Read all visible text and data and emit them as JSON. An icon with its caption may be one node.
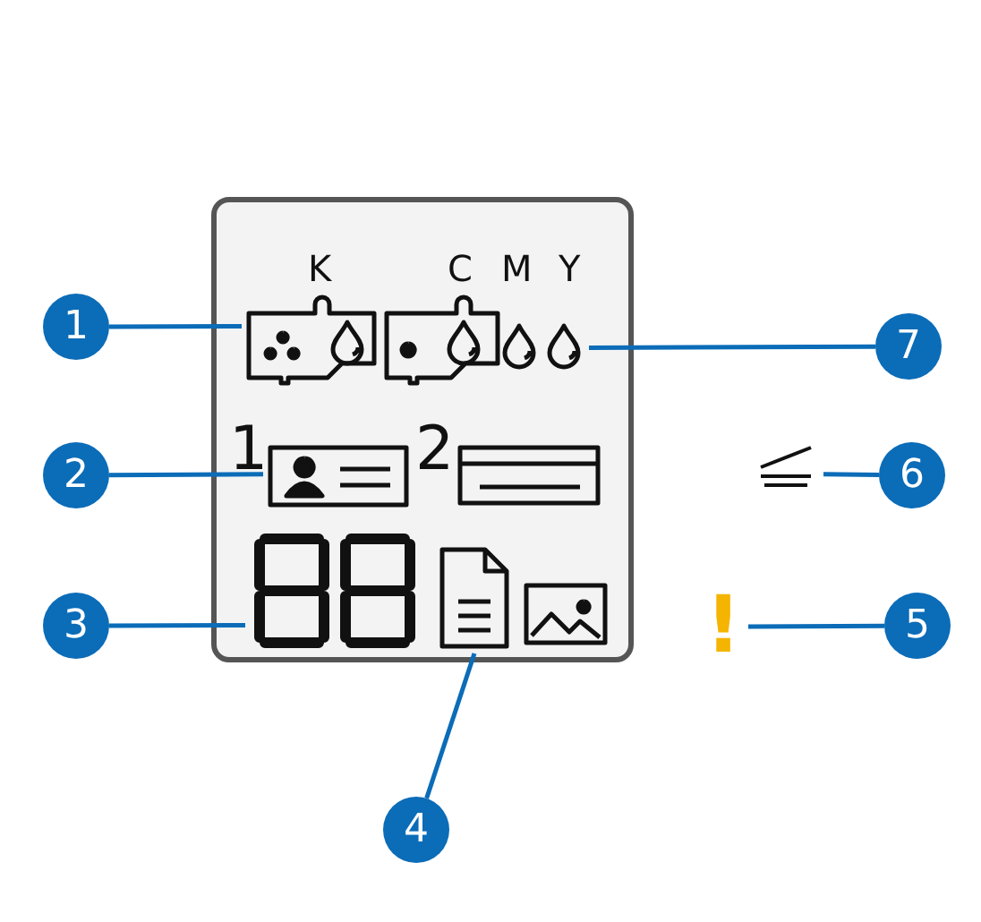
{
  "diagram": {
    "nodes": [
      {
        "text": [],
        "shape": "box"
      },
      {
        "text": [
          "1"
        ]
      },
      {
        "text": [
          "2"
        ]
      },
      {
        "text": [
          "3"
        ]
      },
      {
        "text": [
          "4"
        ]
      },
      {
        "text": [
          "5"
        ]
      },
      {
        "text": [
          "6"
        ]
      },
      {
        "text": [
          "7"
        ]
      },
      {
        "text": [],
        "shape": "cartridge",
        "in": 0
      },
      {
        "text": [],
        "shape": "card",
        "in": 0
      },
      {
        "text": [],
        "shape": "display",
        "in": 0
      },
      {
        "text": [],
        "shape": "document",
        "in": 0
      },
      {
        "text": [
          "!"
        ]
      },
      {
        "text": [],
        "shape": "scanner"
      },
      {
        "text": [],
        "shape": "cartridge",
        "in": 0
      }
    ],
    "edges": [
      {
        "from": 1,
        "to": 8,
        "arrow": "none"
      },
      {
        "from": 2,
        "to": 9,
        "arrow": "none"
      },
      {
        "from": 3,
        "to": 10,
        "arrow": "none"
      },
      {
        "from": 4,
        "to": 11,
        "arrow": "none"
      },
      {
        "from": 5,
        "to": 12,
        "arrow": "none"
      },
      {
        "from": 6,
        "to": 13,
        "arrow": "none"
      },
      {
        "from": 7,
        "to": 14,
        "arrow": "none"
      }
    ],
    "labels": [
      "K",
      "C",
      "M",
      "Y",
      "1",
      "2"
    ]
  }
}
